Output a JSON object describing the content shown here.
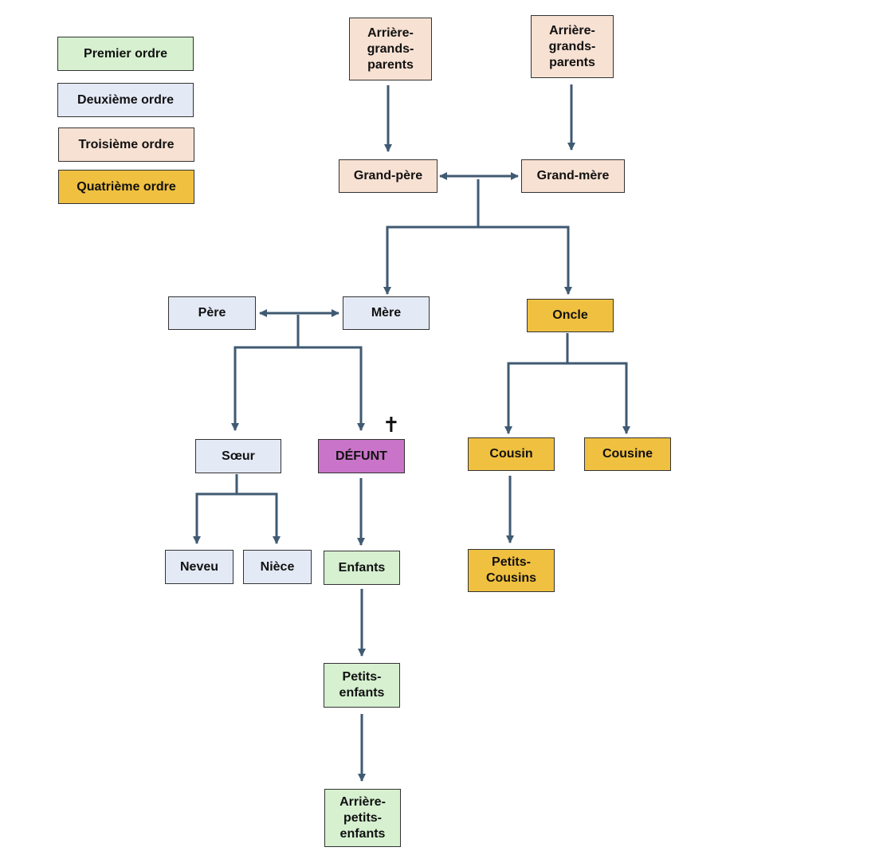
{
  "colors": {
    "premier": "#d6f0d0",
    "deuxieme": "#e3e9f5",
    "troisieme": "#f7e1d3",
    "quatrieme": "#f0c040",
    "defunt": "#c974c8",
    "connector": "#3f5a72"
  },
  "legend": {
    "premier": "Premier ordre",
    "deuxieme": "Deuxième ordre",
    "troisieme": "Troisième ordre",
    "quatrieme": "Quatrième ordre"
  },
  "nodes": {
    "arriere_gp_left": "Arrière-\ngrands-\nparents",
    "arriere_gp_right": "Arrière-\ngrands-\nparents",
    "grand_pere": "Grand-père",
    "grand_mere": "Grand-mère",
    "pere": "Père",
    "mere": "Mère",
    "oncle": "Oncle",
    "soeur": "Sœur",
    "defunt": "DÉFUNT",
    "cousin": "Cousin",
    "cousine": "Cousine",
    "neveu": "Neveu",
    "niece": "Nièce",
    "enfants": "Enfants",
    "petits_cousins": "Petits-\nCousins",
    "petits_enfants": "Petits-\nenfants",
    "arriere_petits_enfants": "Arrière-\npetits-\nenfants"
  },
  "defunt_marker": "✝"
}
